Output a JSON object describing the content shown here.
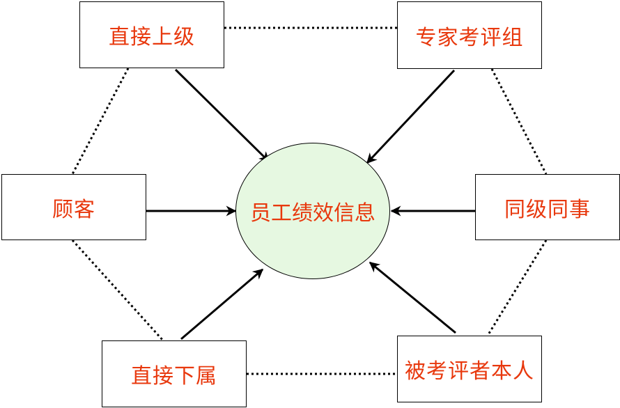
{
  "colors": {
    "label": "#e8380d",
    "center_fill": "#e6f8e1",
    "line": "#000000"
  },
  "center": {
    "label": "员工绩效信息"
  },
  "nodes": {
    "top_left": "直接上级",
    "top_right": "专家考评组",
    "mid_left": "顾客",
    "mid_right": "同级同事",
    "bottom_left": "直接下属",
    "bottom_right": "被考评者本人"
  }
}
